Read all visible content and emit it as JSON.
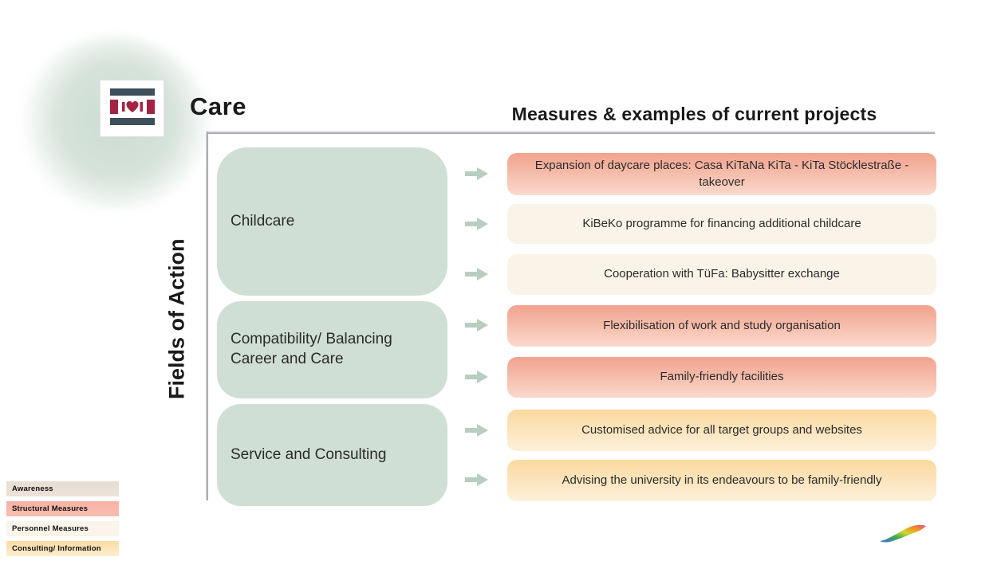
{
  "slide": {
    "title": "Care",
    "right_heading": "Measures & examples of current projects",
    "left_axis_label": "Fields of Action"
  },
  "icons": {
    "header_logo": "heart-between-bars-logo",
    "arrow": "right-arrow",
    "footer_logo": "rainbow-swoosh-logo"
  },
  "fields": [
    {
      "label": "Childcare"
    },
    {
      "label": "Compatibility/ Balancing Career and Care"
    },
    {
      "label": "Service and Consulting"
    }
  ],
  "measures": [
    {
      "text": "Expansion of daycare places: Casa KiTaNa KiTa - KiTa Stöcklestraße - takeover",
      "category": "structural"
    },
    {
      "text": "KiBeKo programme for financing additional childcare",
      "category": "personnel"
    },
    {
      "text": "Cooperation with TüFa: Babysitter exchange",
      "category": "personnel"
    },
    {
      "text": "Flexibilisation of work and study organisation",
      "category": "structural"
    },
    {
      "text": "Family-friendly facilities",
      "category": "structural"
    },
    {
      "text": "Customised advice for all target groups and websites",
      "category": "consulting"
    },
    {
      "text": "Advising the university in its endeavours to be family-friendly",
      "category": "consulting"
    }
  ],
  "legend": [
    {
      "label": "Awareness",
      "color": "#e8ddd2",
      "color2": "#ece2d8"
    },
    {
      "label": "Structural Measures",
      "color": "#f6b2a4",
      "color2": "#f8bdb0"
    },
    {
      "label": "Personnel Measures",
      "color": "#faf4ea",
      "color2": "#faf4ea"
    },
    {
      "label": "Consulting/ Information",
      "color": "#fcdba4",
      "color2": "#fdeecf"
    }
  ],
  "category_colors": {
    "structural": [
      "#f1a28d",
      "#fbd9cc"
    ],
    "personnel": [
      "#faf3e8",
      "#faf3e8"
    ],
    "consulting": [
      "#fbd9a0",
      "#fdf0da"
    ]
  },
  "accent_colors": {
    "field_box_green": "#cfdfd5",
    "arrow_green": "#b7cec0",
    "divider_gray": "#9b9ca4",
    "logo_red": "#a32343",
    "logo_slate": "#3e4e5a"
  }
}
